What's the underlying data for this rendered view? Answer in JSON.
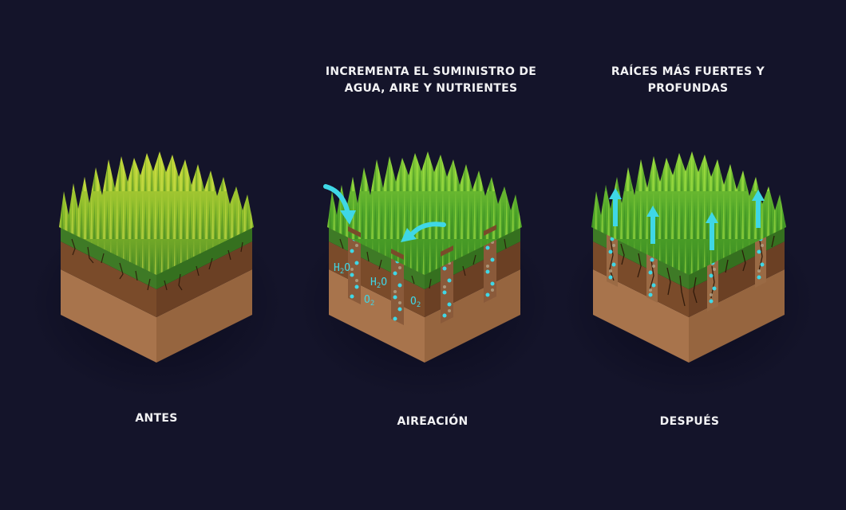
{
  "panels": [
    {
      "id": "antes",
      "label": "ANTES",
      "caption_lines": []
    },
    {
      "id": "aireacion",
      "label": "AIREACIÓN",
      "caption_lines": [
        "INCREMENTA EL SUMINISTRO DE",
        "AGUA, AIRE Y NUTRIENTES"
      ],
      "annotations": [
        {
          "text": "H₂O"
        },
        {
          "text": "H₂O"
        },
        {
          "text": "O₂"
        },
        {
          "text": "O₂"
        }
      ]
    },
    {
      "id": "despues",
      "label": "DESPUÉS",
      "caption_lines": [
        "RAÍCES MÁS FUERTES Y",
        "PROFUNDAS"
      ]
    }
  ],
  "colors": {
    "background": "#14142a",
    "text": "#f2f2f4",
    "grass_light": "#b9d42a",
    "grass_mid": "#7cb829",
    "grass_dark": "#3f8a22",
    "topsoil": "#3e7a26",
    "soil_dark": "#7a4b2a",
    "soil_dark_right": "#6b4024",
    "soil_light": "#a8744c",
    "soil_light_right": "#96653f",
    "accent_cyan": "#3fd7e6"
  },
  "icons": {
    "arrow_curved": "curved-arrow-icon",
    "arrow_up": "up-arrow-icon"
  }
}
